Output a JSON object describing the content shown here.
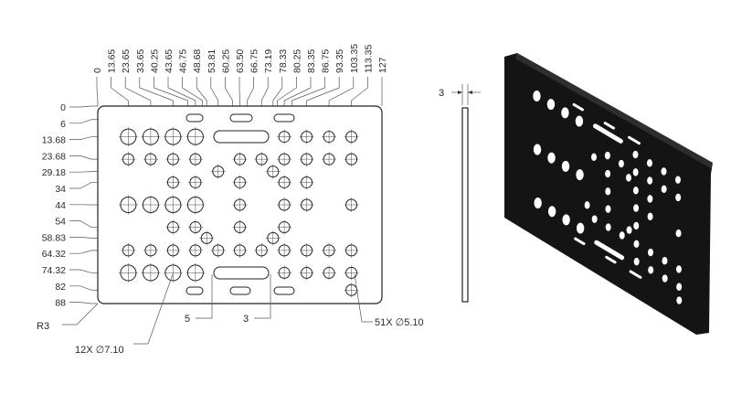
{
  "top_dims": [
    "0",
    "13.65",
    "23.65",
    "33.65",
    "40.25",
    "43.65",
    "46.75",
    "48.68",
    "53.81",
    "60.25",
    "63.50",
    "66.75",
    "73.19",
    "78.33",
    "80.25",
    "83.35",
    "86.75",
    "93.35",
    "103.35",
    "113.35",
    "127"
  ],
  "left_dims": [
    "0",
    "6",
    "13.68",
    "23.68",
    "29.18",
    "34",
    "44",
    "54",
    "58.83",
    "64.32",
    "74.32",
    "82",
    "88"
  ],
  "notes": {
    "radius": "R3",
    "large_holes": "12X ∅7.10",
    "small_holes": "51X ∅5.10",
    "slot_width_left": "5",
    "slot_width_right": "3",
    "thickness": "3"
  },
  "colors": {
    "line": "#222222",
    "plate_iso": "#111111"
  }
}
